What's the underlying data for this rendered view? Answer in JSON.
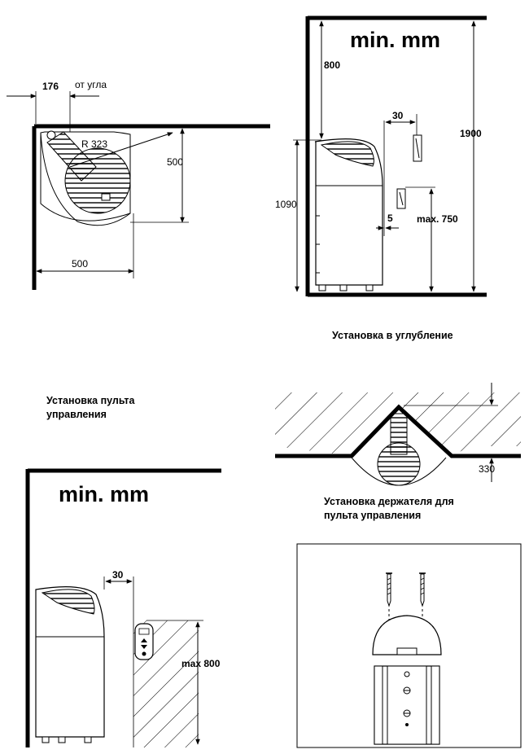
{
  "corner": {
    "dim_top": "176",
    "from_corner": "от угла",
    "radius": "R 323",
    "dim_right": "500",
    "dim_bottom": "500"
  },
  "niche": {
    "title": "min. mm",
    "dim_800": "800",
    "dim_30": "30",
    "dim_1900": "1900",
    "dim_1090": "1090",
    "dim_5": "5",
    "dim_max750": "max. 750"
  },
  "captions": {
    "niche": "Установка в углубление",
    "panel_line1": "Установка пульта",
    "panel_line2": "управления",
    "holder_line1": "Установка держателя для",
    "holder_line2": "пульта управления"
  },
  "v_corner": {
    "dim_330": "330"
  },
  "panel": {
    "title": "min. mm",
    "dim_30": "30",
    "dim_max800": "max 800"
  }
}
